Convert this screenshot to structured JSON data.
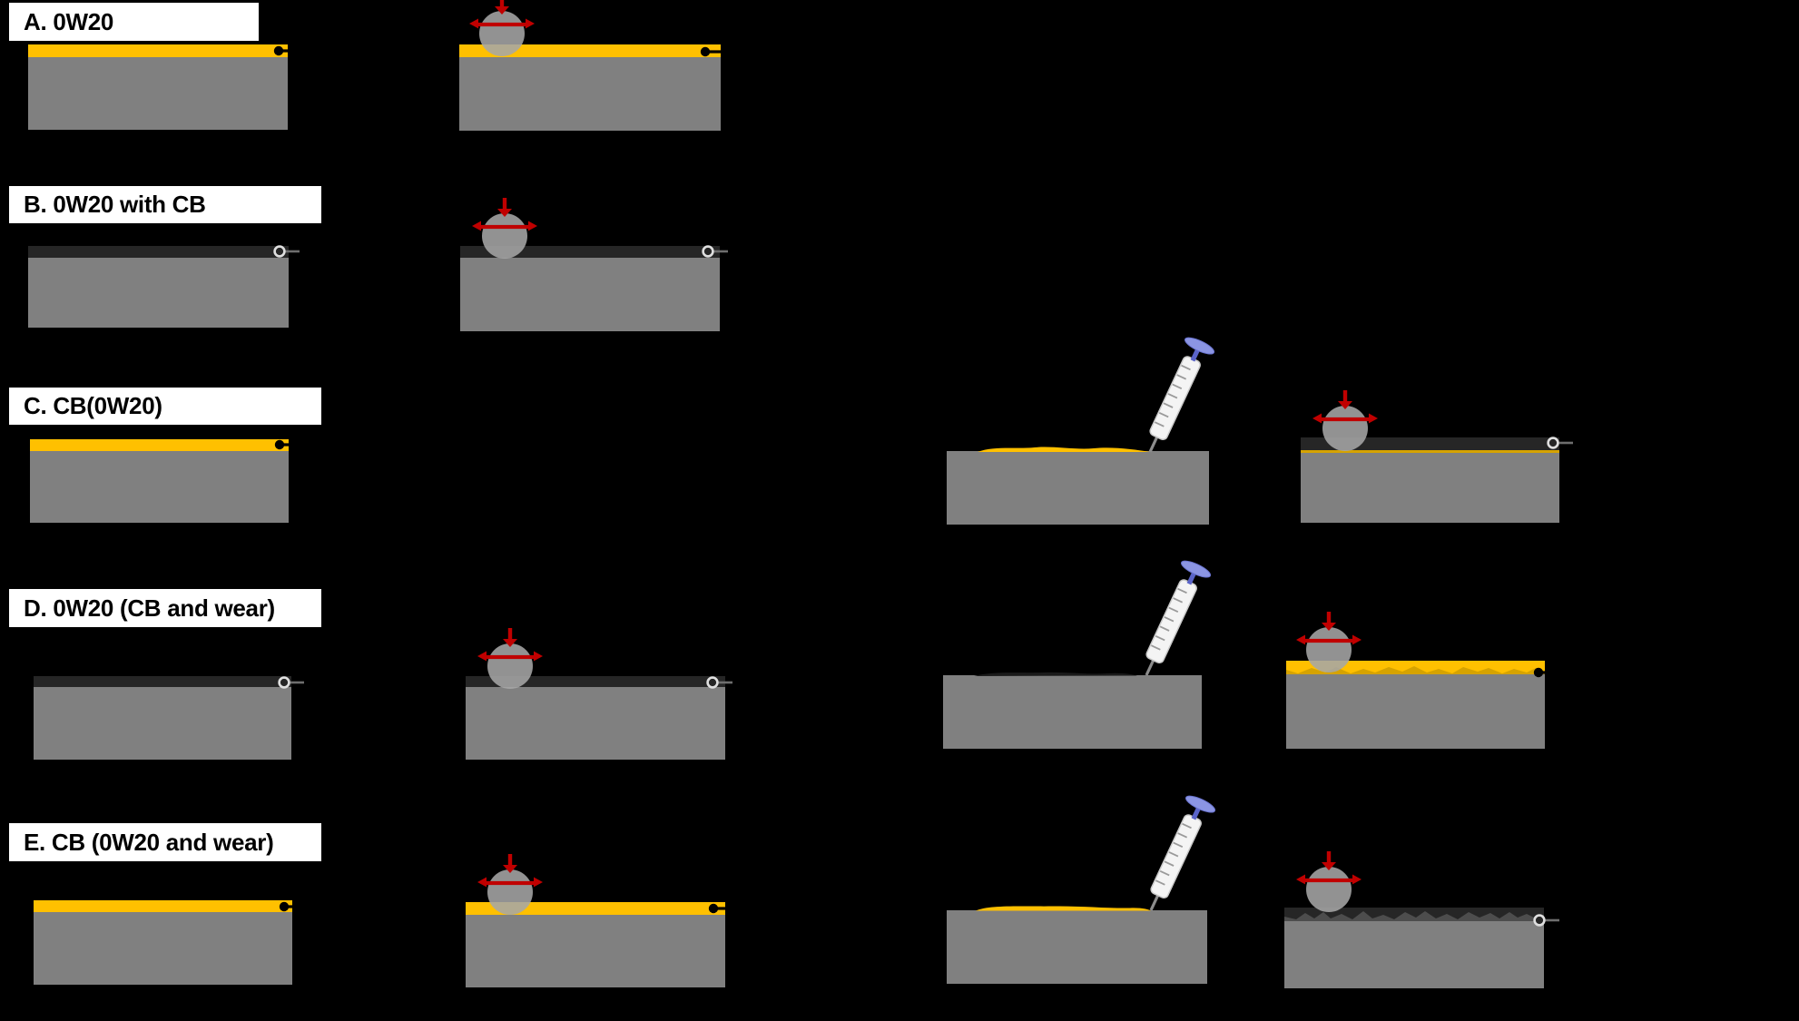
{
  "figure": {
    "title": "Tribology schematic: 0W20 oil and carbon-black (CB) film preparation, rubbing tests, film sampling and re-testing",
    "background": "#000000",
    "rows": [
      {
        "id": "A",
        "label": "A. 0W20",
        "panels": [
          "substrate-with-oil-film",
          "ball-rubbing-test-on-oil"
        ]
      },
      {
        "id": "B",
        "label": "B. 0W20 with CB",
        "panels": [
          "substrate-with-cb-oil-film",
          "ball-rubbing-test-on-cb-oil"
        ]
      },
      {
        "id": "C",
        "label": "C. CB(0W20)",
        "panels": [
          "substrate-with-oil-film",
          "film-sampling-with-syringe",
          "ball-rubbing-test-on-cb-film-over-oil"
        ]
      },
      {
        "id": "D",
        "label": "D. 0W20 (CB and wear)",
        "panels": [
          "substrate-with-cb-film",
          "ball-rubbing-test-on-cb-film",
          "film-sampling-with-syringe",
          "ball-rubbing-test-on-worn-oil-film"
        ]
      },
      {
        "id": "E",
        "label": "E. CB (0W20 and wear)",
        "panels": [
          "substrate-with-oil-film",
          "ball-rubbing-test-on-oil",
          "film-sampling-with-syringe",
          "ball-rubbing-test-on-worn-cb-film"
        ]
      }
    ],
    "colors": {
      "oil_yellow": "#FFC000",
      "oil_dark_gold": "#D6A300",
      "cb_black": "#262626",
      "cb_wear_gray": "#4D4D4D",
      "substrate_gray": "#808080",
      "ball_gray": "#A6A6A6",
      "arrow_red": "#C00000",
      "label_box_bg": "#FFFFFF",
      "label_text": "#000000",
      "syringe_thumb_rest": "#8B95E3",
      "syringe_plunger_rod": "#5A64C8",
      "syringe_barrel": "#F4F4F4",
      "syringe_needle": "#8C8C8C"
    },
    "icons": {
      "ball-icon": "gray circle (counter-body ball)",
      "load-arrow-icon": "red downward arrow (normal load)",
      "sliding-arrow-icon": "red double-headed horizontal arrow (reciprocating sliding)",
      "syringe-icon": "tilted syringe depositing/collecting film",
      "oil-marker-icon": "black filled dot with leader line (oil film callout)",
      "cb-marker-icon": "light-ringed dark dot with leader line (CB film callout)"
    }
  }
}
